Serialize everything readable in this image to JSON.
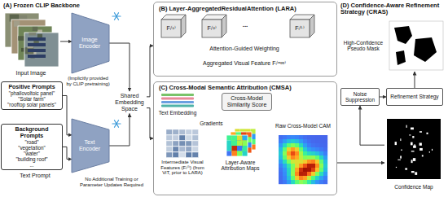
{
  "diagram": {
    "nodes": [
      {
        "text": [
          "Input Image"
        ]
      },
      {
        "text": [
          "Image Encoder"
        ]
      },
      {
        "text": [
          "Positive Prompts",
          "\"phallovoltoic panel\"",
          "\"Solar farm\"",
          "\"rooftop solar panels\""
        ]
      },
      {
        "text": [
          "Background Prompts",
          "\"road\"",
          "\"vegetation\"",
          "\"water\"",
          "\"building roof\"",
          "..."
        ]
      },
      {
        "text": [
          "Text Encoder"
        ]
      },
      {
        "text": [
          "Shared Embedding Space"
        ]
      },
      {
        "text": [
          "(B) Layer-AggregatedResidualAttention (LARA)"
        ]
      },
      {
        "text": [
          "Fₗ⁽¹⁾"
        ],
        "in": 6
      },
      {
        "text": [
          "Fₗ⁽²⁾"
        ],
        "in": 6
      },
      {
        "text": [
          "Fₗ⁽ᴸ⁾"
        ],
        "in": 6
      },
      {
        "text": [
          "Attention-Guided Weighting"
        ],
        "in": 6
      },
      {
        "text": [
          "Aggregated Visual Feature Fₗ⁽ᵃᵍᵍ⁾"
        ],
        "in": 6
      },
      {
        "text": [
          "(C) Cross-Modal Semantic Attribution (CMSA)"
        ]
      },
      {
        "text": [
          "Text Embedding"
        ],
        "in": 12
      },
      {
        "text": [
          "Cross-Model Similarity Score"
        ],
        "in": 12
      },
      {
        "text": [
          "Intermediate Visual Features (Fₗ⁽ˡ⁾) (from ViT, prior to LARA)"
        ],
        "in": 12
      },
      {
        "text": [
          "Layer-Aware Attribution Maps"
        ],
        "in": 12
      },
      {
        "text": [
          "Raw Cross-Model CAM"
        ],
        "in": 12
      },
      {
        "text": [
          "Confidence Map"
        ]
      },
      {
        "text": [
          "Noise Suppression"
        ]
      },
      {
        "text": [
          "Refinement Strategy"
        ]
      },
      {
        "text": [
          "High-Confidence Pseudo Mask"
        ]
      }
    ],
    "edges": [
      {
        "from": 0,
        "to": 1,
        "arrow": "to"
      },
      {
        "from": 1,
        "to": 5,
        "arrow": "to"
      },
      {
        "from": 2,
        "to": 4,
        "arrow": "to"
      },
      {
        "from": 3,
        "to": 4,
        "arrow": "to"
      },
      {
        "from": 4,
        "to": 5,
        "arrow": "to"
      },
      {
        "from": 5,
        "to": 6,
        "arrow": "to"
      },
      {
        "from": 5,
        "to": 12,
        "arrow": "to"
      },
      {
        "from": 7,
        "to": 8,
        "arrow": "to"
      },
      {
        "from": 8,
        "to": 9,
        "arrow": "to"
      },
      {
        "from": 7,
        "to": 10,
        "arrow": "to"
      },
      {
        "from": 8,
        "to": 10,
        "arrow": "to"
      },
      {
        "from": 9,
        "to": 10,
        "arrow": "to"
      },
      {
        "from": 10,
        "to": 11,
        "arrow": "to"
      },
      {
        "from": 13,
        "to": 14,
        "arrow": "to"
      },
      {
        "from": 14,
        "to": 15,
        "label": "Gradients",
        "arrow": "to"
      },
      {
        "from": 15,
        "to": 16,
        "arrow": "to"
      },
      {
        "from": 16,
        "to": 17,
        "arrow": "to"
      },
      {
        "from": 17,
        "to": 18,
        "arrow": "to"
      },
      {
        "from": 18,
        "to": 19,
        "arrow": "to"
      },
      {
        "from": 19,
        "to": 20,
        "arrow": "to"
      },
      {
        "from": 20,
        "to": 21,
        "arrow": "to"
      }
    ],
    "labels": [
      "(A) Frozen CLIP Backbone",
      "(Implicitly provided by CLIP pretraining)",
      "Text Prompt",
      "No Additional Training or Parameter Updates Required",
      "...",
      "(D) Confidence-Aware Refinement Strategy (CRAS)"
    ]
  }
}
